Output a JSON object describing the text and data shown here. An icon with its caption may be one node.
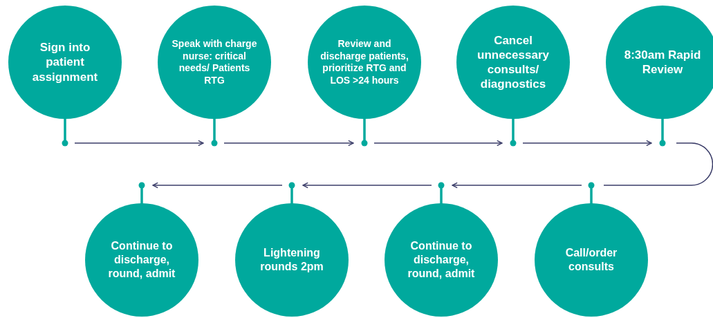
{
  "diagram": {
    "nodes": [
      {
        "text": [
          "Sign into patient assignment"
        ]
      },
      {
        "text": [
          "Speak with charge nurse: critical needs/ Patients RTG"
        ]
      },
      {
        "text": [
          "Review and discharge patients, prioritize RTG and LOS >24 hours"
        ]
      },
      {
        "text": [
          "Cancel unnecessary consults/ diagnostics"
        ]
      },
      {
        "text": [
          "8:30am Rapid Review"
        ]
      },
      {
        "text": [
          "Continue to discharge, round, admit"
        ]
      },
      {
        "text": [
          "Lightening rounds 2pm"
        ]
      },
      {
        "text": [
          "Continue to discharge, round, admit"
        ]
      },
      {
        "text": [
          "Call/order consults"
        ]
      }
    ],
    "edges": [
      {
        "from": 0,
        "to": 1,
        "arrow": "to"
      },
      {
        "from": 1,
        "to": 2,
        "arrow": "to"
      },
      {
        "from": 2,
        "to": 3,
        "arrow": "to"
      },
      {
        "from": 3,
        "to": 4,
        "arrow": "to"
      },
      {
        "from": 4,
        "to": 8,
        "arrow": "none"
      },
      {
        "from": 8,
        "to": 7,
        "arrow": "to"
      },
      {
        "from": 7,
        "to": 6,
        "arrow": "to"
      },
      {
        "from": 6,
        "to": 5,
        "arrow": "to"
      }
    ]
  }
}
